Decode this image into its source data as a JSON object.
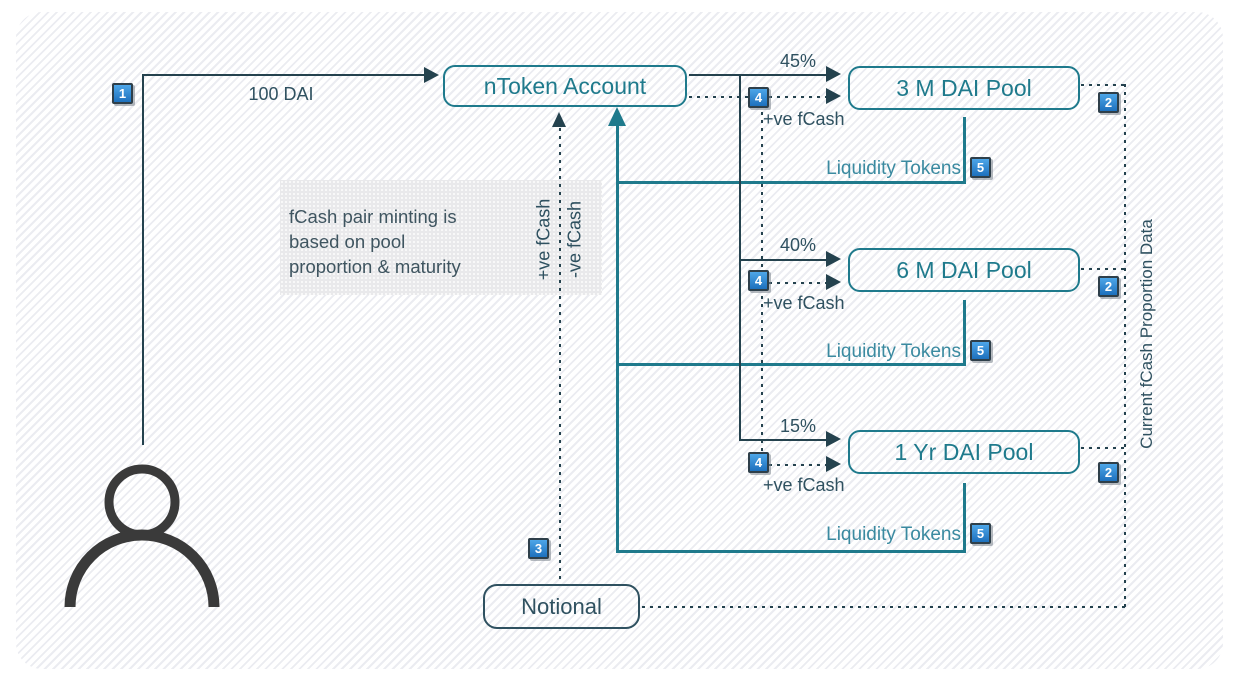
{
  "colors": {
    "dark": "#24424e",
    "slate": "#2f5160",
    "teal": "#1f7a8c",
    "liquidity": "#3a8aa0",
    "badge-top": "#4da6e8",
    "badge-bottom": "#1d70bd",
    "badge-border": "#2e3f4a",
    "note-bg": "#e9e9eb",
    "note-text": "#3f5560",
    "person": "#3a3a3a",
    "stripe": "#ebecf1"
  },
  "flow": {
    "deposit_label": "100 DAI",
    "ntoken_label": "nToken Account",
    "notional_label": "Notional",
    "note_line1": "fCash pair minting is",
    "note_line2": "based on pool",
    "note_line3": "proportion & maturity",
    "pos_fcash_vertical": "+ve fCash",
    "neg_fcash_vertical": "-ve fCash",
    "right_axis_label": "Current fCash Proportion Data",
    "pools": [
      {
        "name": "3 M DAI Pool",
        "percent": "45%",
        "fcash": "+ve fCash",
        "liquidity": "Liquidity Tokens"
      },
      {
        "name": "6 M DAI Pool",
        "percent": "40%",
        "fcash": "+ve fCash",
        "liquidity": "Liquidity Tokens"
      },
      {
        "name": "1 Yr DAI Pool",
        "percent": "15%",
        "fcash": "+ve fCash",
        "liquidity": "Liquidity Tokens"
      }
    ],
    "badges": {
      "deposit": "1",
      "proportion_data": "2",
      "notional": "3",
      "fcash_mint": "4",
      "liquidity_tokens": "5"
    }
  }
}
